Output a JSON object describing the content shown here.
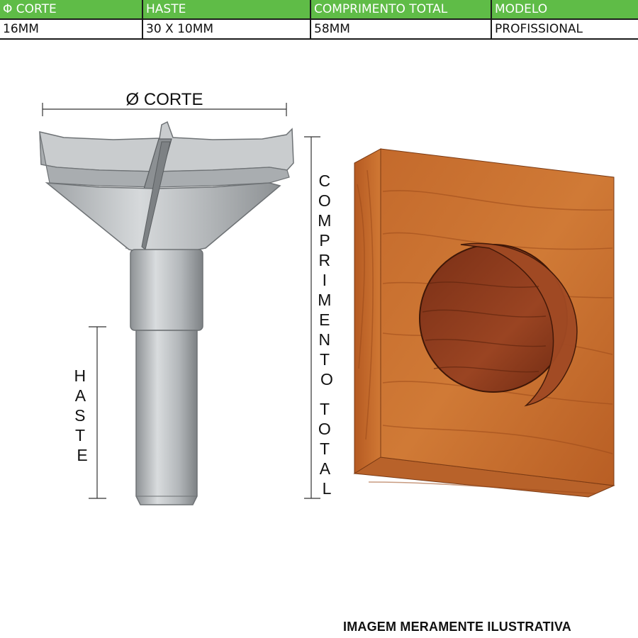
{
  "table": {
    "headers": [
      "Φ  CORTE",
      "HASTE",
      "COMPRIMENTO TOTAL",
      "MODELO"
    ],
    "row": [
      "16MM",
      "30 X 10MM",
      "58MM",
      "PROFISSIONAL"
    ]
  },
  "diagram": {
    "corte_label": "Ø CORTE",
    "comprimento_label": "COMPRIMENTO",
    "total_label": "TOTAL",
    "haste_label": "HASTE"
  },
  "caption": "IMAGEM MERAMENTE ILUSTRATIVA",
  "colors": {
    "header_bg": "#5fbc47",
    "metal": "#b8bcbf",
    "wood": "#c2682a",
    "hole": "#8a3a1c"
  }
}
